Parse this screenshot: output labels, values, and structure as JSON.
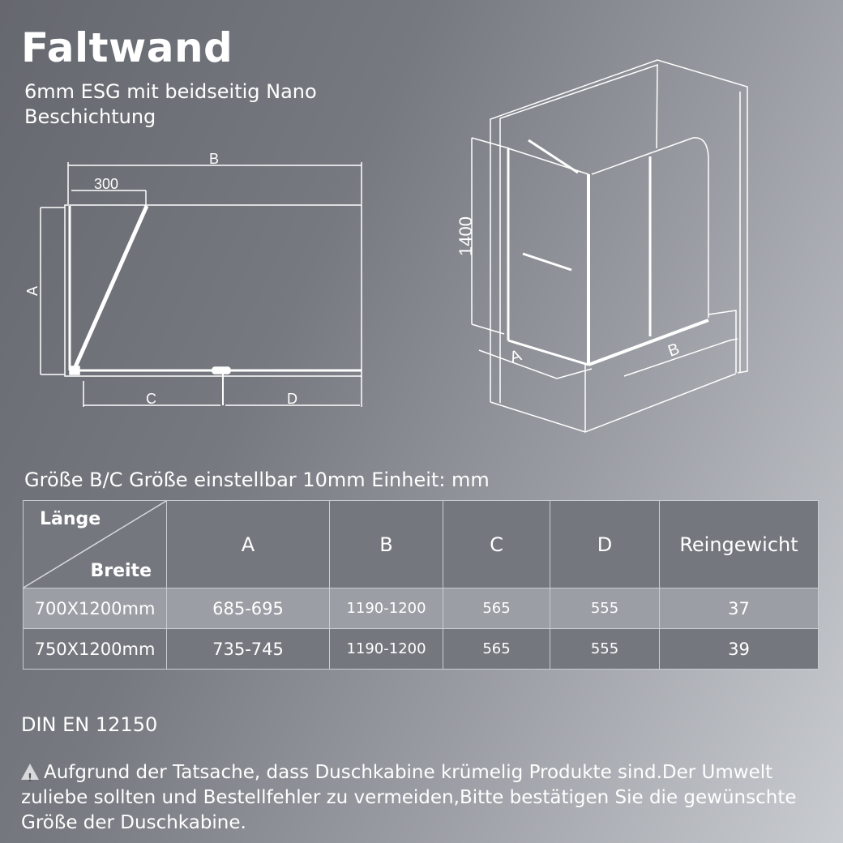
{
  "title": "Faltwand",
  "subtitle_line1": "6mm ESG mit beidseitig Nano",
  "subtitle_line2": "Beschichtung",
  "plan_diagram": {
    "label_b": "B",
    "label_300": "300",
    "label_a": "A",
    "label_c": "C",
    "label_d": "D"
  },
  "iso_diagram": {
    "label_height": "1400",
    "label_a": "A",
    "label_b": "B"
  },
  "table_caption": "Größe B/C Größe einstellbar 10mm Einheit: mm",
  "table": {
    "corner_top": "Länge",
    "corner_bottom": "Breite",
    "headers": [
      "A",
      "B",
      "C",
      "D",
      "Reingewicht"
    ],
    "rows": [
      [
        "700X1200mm",
        "685-695",
        "1190-1200",
        "565",
        "555",
        "37"
      ],
      [
        "750X1200mm",
        "735-745",
        "1190-1200",
        "565",
        "555",
        "39"
      ]
    ]
  },
  "standard": "DIN EN 12150",
  "warning_icon": "warning-icon",
  "note": "Aufgrund der Tatsache, dass Duschkabine krümelig Produkte sind.Der Umwelt zuliebe sollten und Bestellfehler zu vermeiden,Bitte bestätigen Sie die gewünschte Größe der Duschkabine."
}
